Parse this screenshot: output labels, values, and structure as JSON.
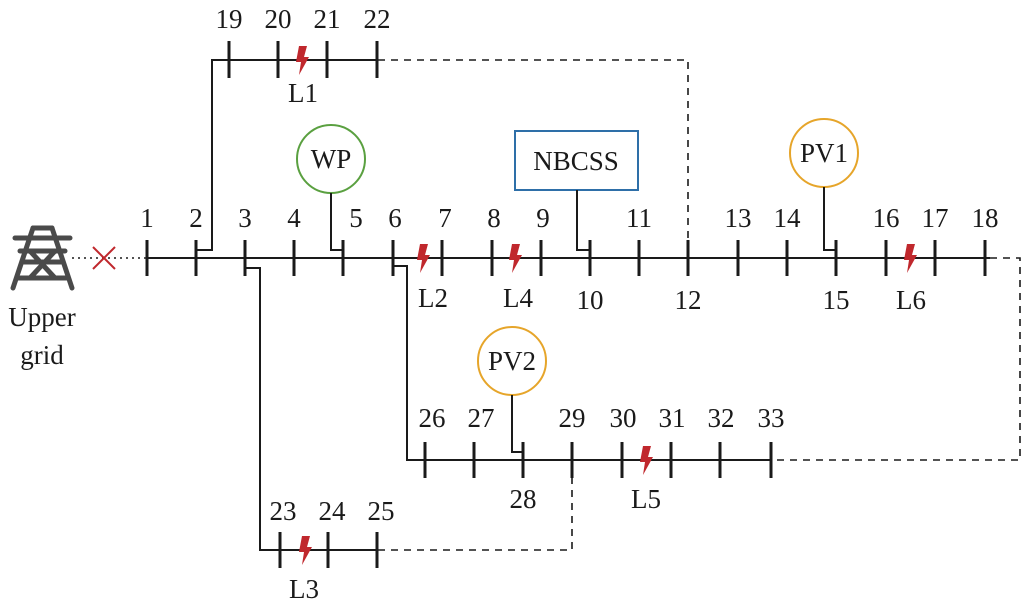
{
  "upper_grid": {
    "line1": "Upper",
    "line2": "grid"
  },
  "sources": {
    "wp": "WP",
    "pv1": "PV1",
    "pv2": "PV2",
    "nbcss": "NBCSS"
  },
  "faults": {
    "l1": "L1",
    "l2": "L2",
    "l3": "L3",
    "l4": "L4",
    "l5": "L5",
    "l6": "L6"
  },
  "buses": {
    "b1": "1",
    "b2": "2",
    "b3": "3",
    "b4": "4",
    "b5": "5",
    "b6": "6",
    "b7": "7",
    "b8": "8",
    "b9": "9",
    "b10": "10",
    "b11": "11",
    "b12": "12",
    "b13": "13",
    "b14": "14",
    "b15": "15",
    "b16": "16",
    "b17": "17",
    "b18": "18",
    "b19": "19",
    "b20": "20",
    "b21": "21",
    "b22": "22",
    "b23": "23",
    "b24": "24",
    "b25": "25",
    "b26": "26",
    "b27": "27",
    "b28": "28",
    "b29": "29",
    "b30": "30",
    "b31": "31",
    "b32": "32",
    "b33": "33"
  },
  "colors": {
    "line": "#1a1a1a",
    "wp_circle": "#5aa040",
    "pv_circle": "#e6a52a",
    "nbcss_box": "#2e6fa8",
    "fault_bolt": "#c0282d",
    "breaker_x": "#c0282d",
    "tower": "#4a4a4a"
  },
  "icons": {
    "tower": "transmission-tower-icon",
    "fault": "lightning-bolt-icon",
    "breaker": "open-breaker-x-icon"
  }
}
